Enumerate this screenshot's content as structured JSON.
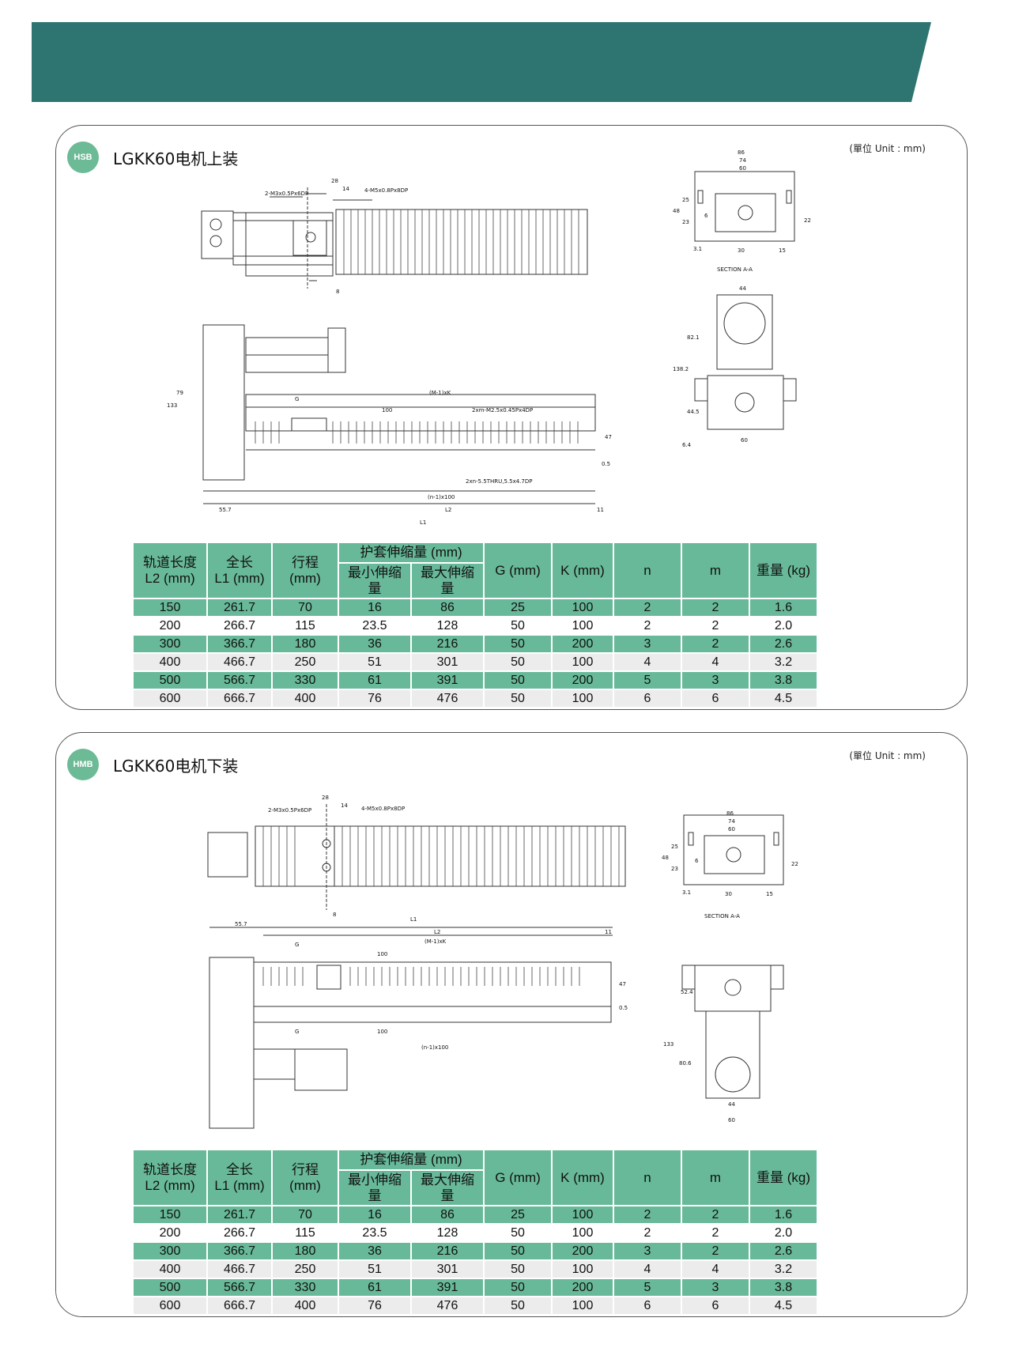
{
  "colors": {
    "banner": "#2e7470",
    "accent": "#6cba96",
    "table_header": "#68b999"
  },
  "sections": [
    {
      "badge": "HSB",
      "title": "LGKK60电机上装",
      "unit": "(單位 Unit : mm)",
      "drawing_labels": {
        "d28": "28",
        "d14": "14",
        "d8": "8",
        "m3": "2-M3x0.5Px6DP",
        "m5": "4-M5x0.8Px8DP",
        "mk": "(M-1)xK",
        "nx100": "(n-1)x100",
        "g": "G",
        "d100": "100",
        "m25": "2xm-M2.5x0.45Px4DP",
        "thru": "2xn-5.5THRU,5.5x4.7DP",
        "l1": "L1",
        "l2": "L2",
        "d557": "55.7",
        "d11": "11",
        "d47": "47",
        "d05": "0.5",
        "d133": "133",
        "d79": "79",
        "d86": "86",
        "d74": "74",
        "d60": "60",
        "d48": "48",
        "d25": "25",
        "d23": "23",
        "d6": "6",
        "d15": "15",
        "d22": "22",
        "d31": "3.1",
        "d30": "30",
        "section": "SECTION A-A",
        "d44": "44",
        "d821": "82.1",
        "d1382": "138.2",
        "d445": "44.5",
        "d64": "6.4"
      }
    },
    {
      "badge": "HMB",
      "title": "LGKK60电机下装",
      "unit": "(單位 Unit : mm)",
      "drawing_labels": {
        "d28": "28",
        "d14": "14",
        "d8": "8",
        "m3": "2-M3x0.5Px6DP",
        "m5": "4-M5x0.8Px8DP",
        "mk": "(M-1)xK",
        "nx100": "(n-1)x100",
        "g": "G",
        "d100": "100",
        "l1": "L1",
        "l2": "L2",
        "d557": "55.7",
        "d11": "11",
        "d47": "47",
        "d05": "0.5",
        "d86": "86",
        "d74": "74",
        "d60": "60",
        "d48": "48",
        "d25": "25",
        "d23": "23",
        "d6": "6",
        "d15": "15",
        "d22": "22",
        "d31": "3.1",
        "d30": "30",
        "section": "SECTION A-A",
        "d524": "52.4",
        "d133": "133",
        "d806": "80.6",
        "d44": "44"
      }
    }
  ],
  "table": {
    "headers": {
      "l2_line1": "轨道长度",
      "l2_line2": "L2 (mm)",
      "l1_line1": "全长",
      "l1_line2": "L1 (mm)",
      "stroke_line1": "行程",
      "stroke_line2": "(mm)",
      "bellows": "护套伸缩量 (mm)",
      "bellows_min": "最小伸缩量",
      "bellows_max": "最大伸缩量",
      "g": "G (mm)",
      "k": "K (mm)",
      "n": "n",
      "m": "m",
      "weight": "重量 (kg)"
    },
    "rows": [
      [
        "150",
        "261.7",
        "70",
        "16",
        "86",
        "25",
        "100",
        "2",
        "2",
        "1.6"
      ],
      [
        "200",
        "266.7",
        "115",
        "23.5",
        "128",
        "50",
        "100",
        "2",
        "2",
        "2.0"
      ],
      [
        "300",
        "366.7",
        "180",
        "36",
        "216",
        "50",
        "200",
        "3",
        "2",
        "2.6"
      ],
      [
        "400",
        "466.7",
        "250",
        "51",
        "301",
        "50",
        "100",
        "4",
        "4",
        "3.2"
      ],
      [
        "500",
        "566.7",
        "330",
        "61",
        "391",
        "50",
        "200",
        "5",
        "3",
        "3.8"
      ],
      [
        "600",
        "666.7",
        "400",
        "76",
        "476",
        "50",
        "100",
        "6",
        "6",
        "4.5"
      ]
    ]
  }
}
